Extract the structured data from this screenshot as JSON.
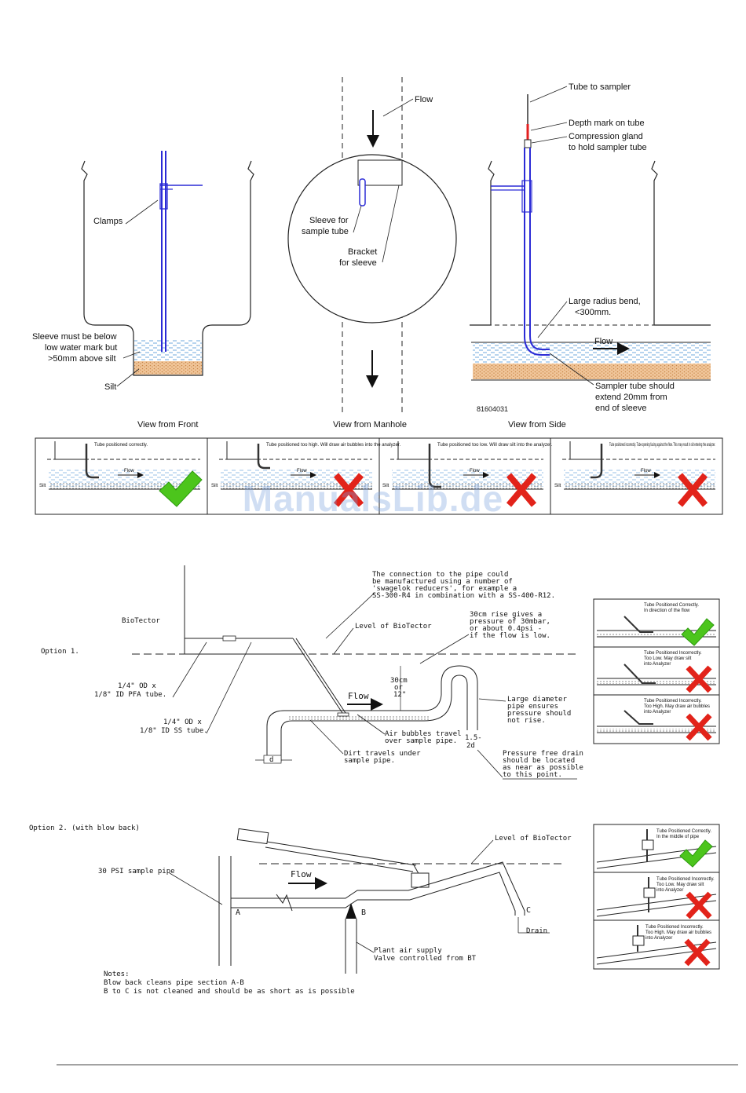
{
  "colors": {
    "pipe_blue": "#2b2bd6",
    "water_blue": "#6fa8dc",
    "silt_orange": "#e8b27a",
    "depth_red": "#e32020",
    "check_green": "#4cc51c",
    "cross_red": "#e2231a",
    "watermark": "#9fbde6"
  },
  "top": {
    "front": {
      "caption": "View from Front",
      "clamps": "Clamps",
      "sleeve_note": [
        "Sleeve must be below",
        "low water mark but",
        ">50mm above silt"
      ],
      "silt": "Silt"
    },
    "manhole": {
      "caption": "View from Manhole",
      "flow": "Flow",
      "sleeve": [
        "Sleeve for",
        "sample tube"
      ],
      "bracket": [
        "Bracket",
        "for sleeve"
      ]
    },
    "side": {
      "caption": "View from Side",
      "tube_to_sampler": "Tube to sampler",
      "depth_mark": "Depth mark on tube",
      "gland": [
        "Compression gland",
        "to hold sampler tube"
      ],
      "bend": [
        "Large radius bend,",
        "<300mm."
      ],
      "flow": "Flow",
      "extend": [
        "Sampler tube should",
        "extend 20mm from",
        "end of sleeve"
      ],
      "code": "81604031"
    }
  },
  "strip": {
    "panels": [
      {
        "note": "Tube positioned correctly.",
        "ok": true
      },
      {
        "note": "Tube positioned too high. Will draw air bubbles into the analyzer.",
        "ok": false
      },
      {
        "note": "Tube positioned too low. Will draw silt into the analyzer.",
        "ok": false
      },
      {
        "note": "Tube positioned incorrectly. Tube opening facing against the flow. This may result in silt entering the analyzer.",
        "ok": false
      }
    ],
    "silt": "Silt",
    "flow": "Flow"
  },
  "watermark": "ManualsLib.de",
  "option1": {
    "title": "Option 1.",
    "biotector": "BioTector",
    "level": "Level of BioTector",
    "connection": [
      "The connection to the pipe could",
      "be manufactured using a number of",
      "'swagelok reducers', for example a",
      "SS-300-R4 in combination with a SS-400-R12."
    ],
    "rise": [
      "30cm rise gives a",
      "pressure of 30mbar,",
      "or about 0.4psi -",
      "if the flow is low."
    ],
    "pfa": [
      "1/4\" OD x",
      "1/8\" ID PFA tube."
    ],
    "ss": [
      "1/4\" OD x",
      "1/8\" ID SS tube."
    ],
    "flow": "Flow",
    "rise_dim": [
      "30cm",
      "or",
      "12\""
    ],
    "large_diam": [
      "Large diameter",
      "pipe ensures",
      "pressure should",
      "not rise."
    ],
    "air_bubbles": [
      "Air bubbles travel",
      "over sample pipe."
    ],
    "dirt": [
      "Dirt travels under",
      "sample pipe."
    ],
    "d": "d",
    "dim15": [
      "1.5-",
      "2d"
    ],
    "drain": [
      "Pressure free drain",
      "should be located",
      "as near as possible",
      "to this point."
    ],
    "insets": [
      {
        "note": [
          "Tube Positioned Correctly.",
          "In direction of the flow"
        ],
        "ok": true
      },
      {
        "note": [
          "Tube Positioned Incorrectly.",
          "Too Low. May draw silt",
          "into Analyzer"
        ],
        "ok": false
      },
      {
        "note": [
          "Tube Positioned Incorrectly.",
          "Too High. May draw air bubbles",
          "into Analyzer"
        ],
        "ok": false
      }
    ]
  },
  "option2": {
    "title": "Option 2. (with blow back)",
    "level": "Level of BioTector",
    "sample_pipe": "30 PSI sample pipe",
    "flow": "Flow",
    "a": "A",
    "b": "B",
    "c": "C",
    "drain": "Drain",
    "air": [
      "Plant air supply",
      "Valve controlled from BT"
    ],
    "notes": [
      "Notes:",
      "Blow back cleans pipe section A-B",
      "B to C is not cleaned and should be as short as is possible"
    ],
    "insets": [
      {
        "note": [
          "Tube Positioned Correctly.",
          "In the middle of pipe"
        ],
        "ok": true
      },
      {
        "note": [
          "Tube Positioned Incorrectly.",
          "Too Low. May draw silt",
          "into Analyzer"
        ],
        "ok": false
      },
      {
        "note": [
          "Tube Positioned Incorrectly.",
          "Too High. May draw air bubbles",
          "into Analyzer"
        ],
        "ok": false
      }
    ]
  }
}
